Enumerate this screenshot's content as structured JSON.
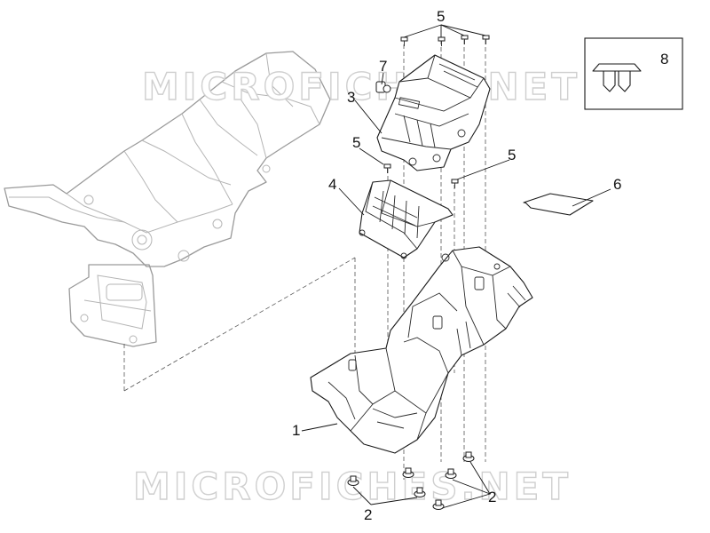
{
  "watermarks": [
    "MICROFICHES.NET",
    "MICROFICHES.NET"
  ],
  "callouts": {
    "c1": "1",
    "c2": "2",
    "c3": "3",
    "c4a": "4",
    "c5a": "5",
    "c5b": "5",
    "c5c": "5",
    "c6": "6",
    "c7": "7",
    "c8": "8"
  },
  "colors": {
    "line": "#1a1a1a",
    "frame": "#9a9a9a",
    "watermark": "#cfcfcf",
    "background": "#ffffff"
  }
}
